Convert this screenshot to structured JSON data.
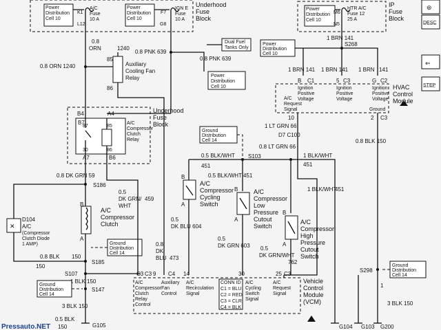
{
  "fuse_blocks": {
    "underhood_top": {
      "cells": [
        {
          "lines": [
            "Power",
            "Distribution",
            "Cell 10"
          ]
        },
        {
          "pin_top": "K1",
          "lines": [
            "A/C",
            "Fuse",
            "10 A"
          ],
          "pin_bottom": "L12"
        },
        {
          "lines": [
            "Power",
            "Distribution",
            "Cell 10"
          ]
        },
        {
          "pin_top": "F7",
          "lines": [
            "IGN E",
            "Fuse",
            "10 A"
          ],
          "pin_bottom": "G8"
        }
      ],
      "title": [
        "Underhood",
        "Fuse",
        "Block"
      ]
    },
    "ip": {
      "cells": [
        {
          "lines": [
            "Power",
            "Distribution",
            "Cell 10"
          ]
        },
        {
          "pin_top": "M6",
          "lines": [
            "HTR A/C",
            "Fuse 12",
            "25 A"
          ],
          "pin_bottom": "N5"
        }
      ],
      "title": [
        "IP",
        "Fuse",
        "Block"
      ]
    },
    "underhood_relay": {
      "title": [
        "Underhood",
        "Fuse",
        "Block"
      ],
      "pins": {
        "b4": "B4",
        "a4": "A4",
        "b7": "B7",
        "a7": "A7",
        "b6": "B6"
      },
      "relay_label": [
        "A/C",
        "Compressor",
        "Clutch",
        "Relay"
      ],
      "num30": "30",
      "num87": "87",
      "num85": "85",
      "num86": "86"
    }
  },
  "wires": {
    "orn_1240_top": [
      "0.8",
      "ORN",
      "1240"
    ],
    "pnk_639_top": "0.8 PNK 639",
    "pnk_639_right": [
      "0.8 PNK",
      "639"
    ],
    "orn_1240_left": "0.8 ORN 1240",
    "brn_141_top": "1 BRN 141",
    "brn_141_a": "1 BRN  141",
    "brn_141_b": "1 BRN  141",
    "brn_141_c": "1 BRN",
    "brn_141_d": "141",
    "lt_grn_66_a": "1 LT GRN  66",
    "lt_grn_66_b": "0.8 LT GRN  66",
    "blk_wht_451_a": "0.5 BLK/WHT",
    "blk_wht_451_a_num": "451",
    "blk_wht_451_b": "0.5 BLK/WHT  451",
    "blk_wht_451_c": "1 BLK/WHT",
    "blk_wht_451_c_num": "451",
    "blk_wht_451_d": "1 BLK/WHT",
    "blk_wht_451_d_num": "451",
    "blk_150_right": "0.8 BLK  150",
    "dk_grn_59": "0.8 DK GRN  59",
    "dk_grn_wht_459": [
      "0.5",
      "DK GRN/",
      "WHT",
      "459"
    ],
    "dk_blu_604": [
      "0.5",
      "DK BLU  604"
    ],
    "dk_grn_603": [
      "0.5",
      "DK GRN  603"
    ],
    "dk_blu_473": [
      "0.8",
      "DK",
      "BLU",
      "473"
    ],
    "dk_grn_wht_762": [
      "0.5",
      "DK GRN/WHT",
      "762"
    ],
    "blk_150_left": [
      "0.8 BLK",
      "150"
    ],
    "blk_150_s107": "1 BLK  150",
    "blk_150_s147": "3 BLK  150",
    "blk_150_g105": "0.5 BLK",
    "blk_150_g105_num": "150",
    "blk_150_g200": "3 BLK  150",
    "num_150_a": "150",
    "num_150_b": "150"
  },
  "components": {
    "aux_fan_relay": [
      "Auxiliary",
      "Cooling Fan",
      "Relay"
    ],
    "aux_85": "85",
    "aux_86": "86",
    "dual_fuel": [
      "Dual Fuel",
      "Tanks Only"
    ],
    "pd_cell10_a": [
      "Power",
      "Distribution",
      "Cell 10"
    ],
    "pd_cell10_b": [
      "Power",
      "Distribution",
      "Cell 10"
    ],
    "s268": "S268",
    "hvac_module": [
      "HVAC",
      "Control",
      "Module"
    ],
    "hvac_pins": [
      "B",
      "C1",
      "5",
      "C3",
      "G",
      "C2"
    ],
    "hvac_cells": [
      [
        "Ignition",
        "Positive",
        "Voltage"
      ],
      [
        "Ignition",
        "Positive",
        "Voltage"
      ],
      [
        "Ignition",
        "Positive",
        "Voltage"
      ]
    ],
    "hvac_request": [
      "A/C",
      "Request",
      "Signal"
    ],
    "hvac_ground": "Ground",
    "hvac_pin10": "10",
    "hvac_pin2": "2",
    "hvac_c3": "C3",
    "d7_c100": "D7   C100",
    "ground_cell14_a": [
      "Ground",
      "Distribution",
      "Cell 14"
    ],
    "ground_cell14_b": [
      "Ground",
      "Distribution",
      "Cell 14"
    ],
    "ground_cell14_c": [
      "Ground",
      "Distribution",
      "Cell 14"
    ],
    "ground_cell14_d": [
      "Ground",
      "Distribution",
      "Cell 14"
    ],
    "s103": "S103",
    "s186": "S186",
    "s185": "S185",
    "s107": "S107",
    "s147": "S147",
    "s298": "S298",
    "g105": "G105",
    "g104": "G104",
    "g103": "G103",
    "g200": "G200",
    "clutch": [
      "A/C",
      "Compressor",
      "Clutch"
    ],
    "clutch_a": "A",
    "clutch_b": "B",
    "diode": [
      "D104",
      "A/C",
      "(Compressor",
      "Clutch Diode",
      "1 AMP)"
    ],
    "cycling_switch": [
      "A/C",
      "Compressor",
      "Cycling",
      "Switch"
    ],
    "cycling_b": "B",
    "cycling_a": "A",
    "low_switch": [
      "A/C",
      "Compressor",
      "Low",
      "Pressure",
      "Cutout",
      "Switch"
    ],
    "low_b": "B",
    "low_a": "A",
    "high_switch": [
      "A/C",
      "Compressor",
      "High",
      "Pressure",
      "Cutout",
      "Switch"
    ],
    "high_b": "B",
    "high_a": "A",
    "vcm": [
      "Vehicle",
      "Control",
      "Module",
      "(VCM)"
    ],
    "vcm_pins": [
      "C3",
      "9",
      "C4",
      "14",
      "30",
      "25",
      "C3"
    ],
    "vcm_cells": [
      [
        "A/C",
        "Compressor",
        "Clutch",
        "Relay",
        "Control"
      ],
      [
        "Auxiliary",
        "Fan",
        "Control"
      ],
      [
        "A/C",
        "Recirculation",
        "Signal"
      ],
      [
        "A/C",
        "Cycling",
        "Switch",
        "Signal"
      ],
      [
        "A/C",
        "Request",
        "Signal"
      ]
    ],
    "conn_id": {
      "title": "CONN ID",
      "rows": [
        "C1 = BLU",
        "C2 = RED",
        "C3 = CLR",
        "C4 = BLK"
      ]
    },
    "num_1": "1",
    "num_1b": "1"
  },
  "side_buttons": [
    "⊚",
    "D̲E̲S̲C̲",
    "⇐",
    "S̲T̲E̲P̲"
  ],
  "watermark": "Pressauto.NET"
}
